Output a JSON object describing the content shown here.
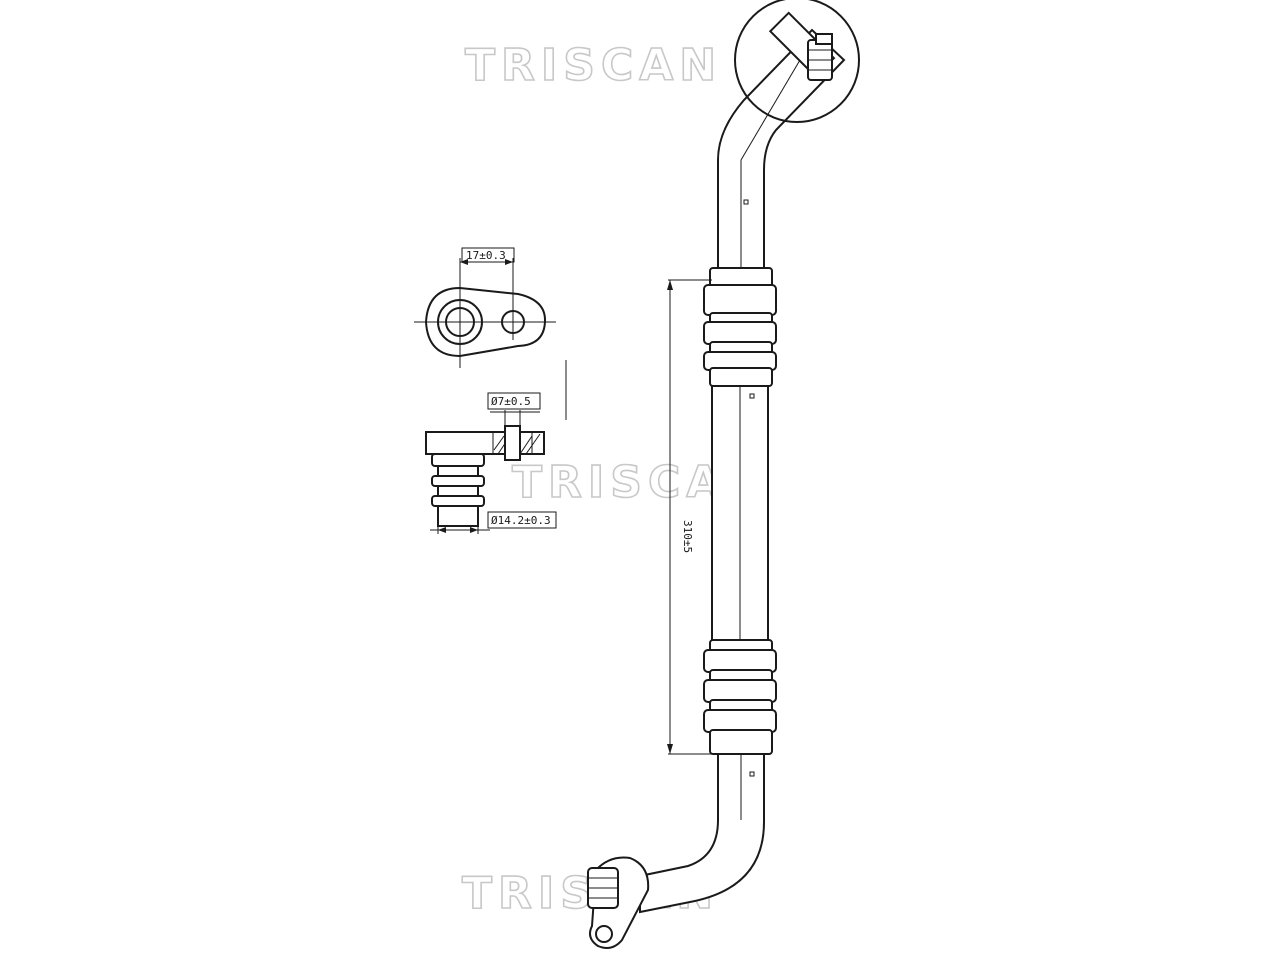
{
  "watermark": {
    "brand": "TRISCAN"
  },
  "dimensions": {
    "flange_hole_spacing": "17±0.3",
    "nut_bore": "Ø7±0.5",
    "nipple_outer": "Ø14.2±0.3",
    "hose_length": "310±5"
  },
  "colors": {
    "line": "#1a1a1a",
    "watermark": "#c8c8c8",
    "background": "#ffffff"
  }
}
